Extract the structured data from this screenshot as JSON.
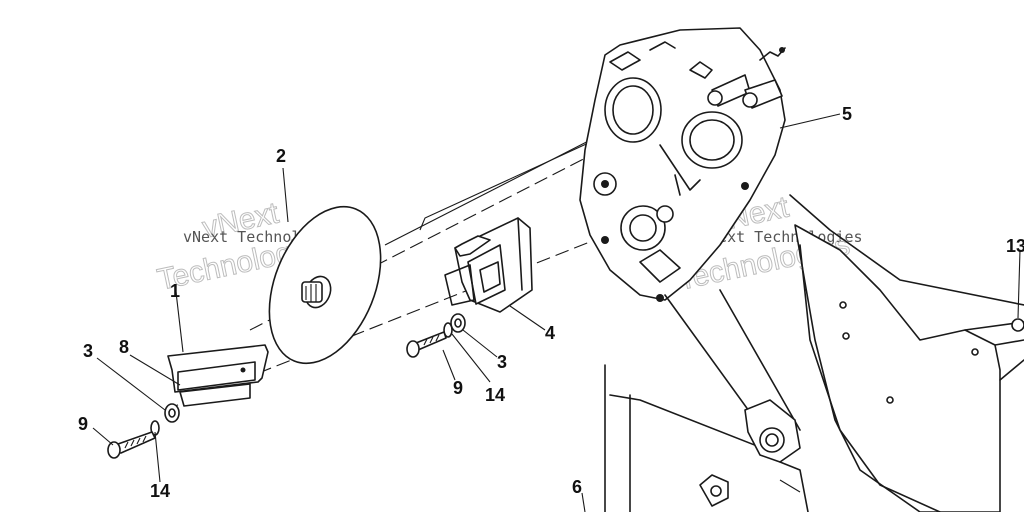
{
  "callouts": {
    "c1": "1",
    "c2": "2",
    "c3a": "3",
    "c3b": "3",
    "c4": "4",
    "c5": "5",
    "c6": "6",
    "c8": "8",
    "c9a": "9",
    "c9b": "9",
    "c13": "13",
    "c14a": "14",
    "c14b": "14"
  },
  "watermark": {
    "line1": "vNext",
    "line2": "vNext Technologies",
    "line3": "Technologies"
  }
}
